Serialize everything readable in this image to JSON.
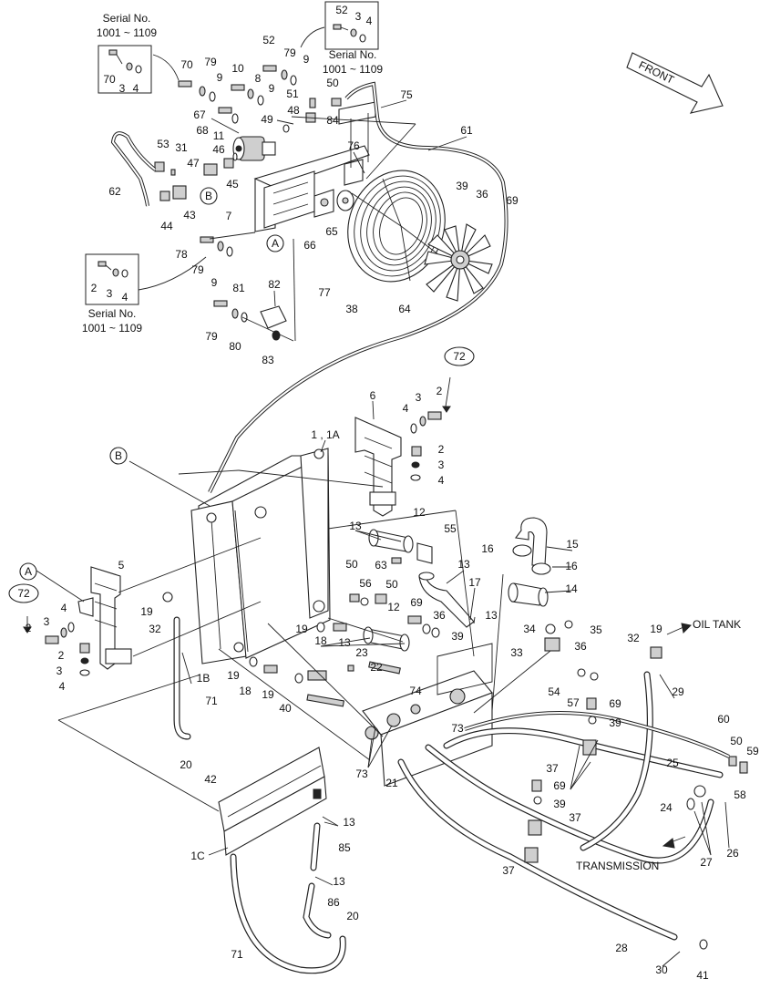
{
  "callouts": [
    {
      "id": "c52a",
      "text": "52"
    },
    {
      "id": "c3a",
      "text": "3"
    },
    {
      "id": "c4a",
      "text": "4"
    },
    {
      "id": "c70i",
      "text": "70"
    },
    {
      "id": "c3i",
      "text": "3"
    },
    {
      "id": "c4i",
      "text": "4"
    },
    {
      "id": "c70",
      "text": "70"
    },
    {
      "id": "c79",
      "text": "79"
    },
    {
      "id": "c9a",
      "text": "9"
    },
    {
      "id": "c52",
      "text": "52"
    },
    {
      "id": "c79b",
      "text": "79"
    },
    {
      "id": "c9b",
      "text": "9"
    },
    {
      "id": "c10",
      "text": "10"
    },
    {
      "id": "c8",
      "text": "8"
    },
    {
      "id": "c9c",
      "text": "9"
    },
    {
      "id": "c51",
      "text": "51"
    },
    {
      "id": "c50a",
      "text": "50"
    },
    {
      "id": "c48",
      "text": "48"
    },
    {
      "id": "c84",
      "text": "84"
    },
    {
      "id": "c75",
      "text": "75"
    },
    {
      "id": "c67",
      "text": "67"
    },
    {
      "id": "c68",
      "text": "68"
    },
    {
      "id": "c49",
      "text": "49"
    },
    {
      "id": "c11",
      "text": "11"
    },
    {
      "id": "c76",
      "text": "76"
    },
    {
      "id": "c61",
      "text": "61"
    },
    {
      "id": "c53",
      "text": "53"
    },
    {
      "id": "c31",
      "text": "31"
    },
    {
      "id": "c47",
      "text": "47"
    },
    {
      "id": "c46",
      "text": "46"
    },
    {
      "id": "c45",
      "text": "45"
    },
    {
      "id": "c62",
      "text": "62"
    },
    {
      "id": "c44",
      "text": "44"
    },
    {
      "id": "c43",
      "text": "43"
    },
    {
      "id": "c7",
      "text": "7"
    },
    {
      "id": "c66",
      "text": "66"
    },
    {
      "id": "c65",
      "text": "65"
    },
    {
      "id": "c39a",
      "text": "39"
    },
    {
      "id": "c36a",
      "text": "36"
    },
    {
      "id": "c69a",
      "text": "69"
    },
    {
      "id": "c78",
      "text": "78"
    },
    {
      "id": "c79c",
      "text": "79"
    },
    {
      "id": "c9d",
      "text": "9"
    },
    {
      "id": "c2i",
      "text": "2"
    },
    {
      "id": "c3j",
      "text": "3"
    },
    {
      "id": "c4j",
      "text": "4"
    },
    {
      "id": "c77",
      "text": "77"
    },
    {
      "id": "c38",
      "text": "38"
    },
    {
      "id": "c64",
      "text": "64"
    },
    {
      "id": "c82",
      "text": "82"
    },
    {
      "id": "c81",
      "text": "81"
    },
    {
      "id": "c79d",
      "text": "79"
    },
    {
      "id": "c80",
      "text": "80"
    },
    {
      "id": "c83",
      "text": "83"
    },
    {
      "id": "c72a",
      "text": "72"
    },
    {
      "id": "c6",
      "text": "6"
    },
    {
      "id": "c3b",
      "text": "3"
    },
    {
      "id": "c2b",
      "text": "2"
    },
    {
      "id": "c4b",
      "text": "4"
    },
    {
      "id": "c2c",
      "text": "2"
    },
    {
      "id": "c3c",
      "text": "3"
    },
    {
      "id": "c4c",
      "text": "4"
    },
    {
      "id": "c1",
      "text": "1 , 1A"
    },
    {
      "id": "c12a",
      "text": "12"
    },
    {
      "id": "c13a",
      "text": "13"
    },
    {
      "id": "c55",
      "text": "55"
    },
    {
      "id": "c15",
      "text": "15"
    },
    {
      "id": "c16a",
      "text": "16"
    },
    {
      "id": "c16b",
      "text": "16"
    },
    {
      "id": "c63",
      "text": "63"
    },
    {
      "id": "c13b",
      "text": "13"
    },
    {
      "id": "c50b",
      "text": "50"
    },
    {
      "id": "c56",
      "text": "56"
    },
    {
      "id": "c50c",
      "text": "50"
    },
    {
      "id": "c17",
      "text": "17"
    },
    {
      "id": "c14",
      "text": "14"
    },
    {
      "id": "c5",
      "text": "5"
    },
    {
      "id": "c72b",
      "text": "72"
    },
    {
      "id": "c4d",
      "text": "4"
    },
    {
      "id": "c3d",
      "text": "3"
    },
    {
      "id": "c2d",
      "text": "2"
    },
    {
      "id": "c19a",
      "text": "19"
    },
    {
      "id": "c32a",
      "text": "32"
    },
    {
      "id": "c12b",
      "text": "12"
    },
    {
      "id": "c69b",
      "text": "69"
    },
    {
      "id": "c36b",
      "text": "36"
    },
    {
      "id": "c13c",
      "text": "13"
    },
    {
      "id": "c39b",
      "text": "39"
    },
    {
      "id": "c13d",
      "text": "13"
    },
    {
      "id": "c19b",
      "text": "19"
    },
    {
      "id": "c18a",
      "text": "18"
    },
    {
      "id": "c34",
      "text": "34"
    },
    {
      "id": "c35",
      "text": "35"
    },
    {
      "id": "c36c",
      "text": "36"
    },
    {
      "id": "c32b",
      "text": "32"
    },
    {
      "id": "c19c",
      "text": "19"
    },
    {
      "id": "c2e",
      "text": "2"
    },
    {
      "id": "c3e",
      "text": "3"
    },
    {
      "id": "c4e",
      "text": "4"
    },
    {
      "id": "c23",
      "text": "23"
    },
    {
      "id": "c22",
      "text": "22"
    },
    {
      "id": "c33",
      "text": "33"
    },
    {
      "id": "c1B",
      "text": "1B"
    },
    {
      "id": "c19d",
      "text": "19"
    },
    {
      "id": "c18b",
      "text": "18"
    },
    {
      "id": "c19e",
      "text": "19"
    },
    {
      "id": "c40",
      "text": "40"
    },
    {
      "id": "c74",
      "text": "74"
    },
    {
      "id": "c54",
      "text": "54"
    },
    {
      "id": "c57",
      "text": "57"
    },
    {
      "id": "c69c",
      "text": "69"
    },
    {
      "id": "c29",
      "text": "29"
    },
    {
      "id": "c71a",
      "text": "71"
    },
    {
      "id": "c73a",
      "text": "73"
    },
    {
      "id": "c39c",
      "text": "39"
    },
    {
      "id": "c60",
      "text": "60"
    },
    {
      "id": "c50d",
      "text": "50"
    },
    {
      "id": "c59",
      "text": "59"
    },
    {
      "id": "c25",
      "text": "25"
    },
    {
      "id": "c73b",
      "text": "73"
    },
    {
      "id": "c21",
      "text": "21"
    },
    {
      "id": "c37a",
      "text": "37"
    },
    {
      "id": "c58",
      "text": "58"
    },
    {
      "id": "c20a",
      "text": "20"
    },
    {
      "id": "c42",
      "text": "42"
    },
    {
      "id": "c69d",
      "text": "69"
    },
    {
      "id": "c24",
      "text": "24"
    },
    {
      "id": "c39d",
      "text": "39"
    },
    {
      "id": "c37b",
      "text": "37"
    },
    {
      "id": "c13e",
      "text": "13"
    },
    {
      "id": "c1C",
      "text": "1C"
    },
    {
      "id": "c85",
      "text": "85"
    },
    {
      "id": "c27",
      "text": "27"
    },
    {
      "id": "c26",
      "text": "26"
    },
    {
      "id": "c13f",
      "text": "13"
    },
    {
      "id": "c37c",
      "text": "37"
    },
    {
      "id": "c86",
      "text": "86"
    },
    {
      "id": "c20b",
      "text": "20"
    },
    {
      "id": "c28",
      "text": "28"
    },
    {
      "id": "c71b",
      "text": "71"
    },
    {
      "id": "c30",
      "text": "30"
    },
    {
      "id": "c41",
      "text": "41"
    }
  ],
  "letters": {
    "b_top": "B",
    "b_mid": "B",
    "a_top": "A",
    "a_left": "A"
  },
  "notes": {
    "serial_tl_1": "Serial No.",
    "serial_tl_2": "1001 ~ 1109",
    "serial_tr_1": "Serial No.",
    "serial_tr_2": "1001 ~ 1109",
    "serial_ml_1": "Serial No.",
    "serial_ml_2": "1001 ~ 1109"
  },
  "labels": {
    "front": "FRONT",
    "oil_tank": "OIL TANK",
    "transmission": "TRANSMISSION"
  }
}
